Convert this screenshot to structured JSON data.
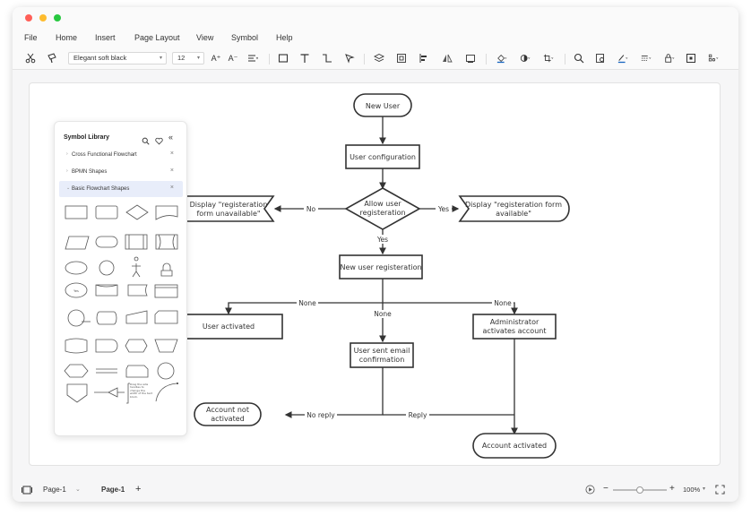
{
  "menu": [
    "File",
    "Home",
    "Insert",
    "Page Layout",
    "View",
    "Symbol",
    "Help"
  ],
  "toolbar": {
    "font_name": "Elegant soft black",
    "font_size": "12",
    "icons_left": [
      "scissors-icon",
      "format-painter-icon"
    ],
    "icons_right": [
      "search-icon",
      "find-replace-icon",
      "line-color-icon",
      "line-style-icon",
      "lock-icon",
      "fullscreen-icon",
      "more-icon"
    ]
  },
  "symbol_library": {
    "title": "Symbol Library",
    "categories": [
      {
        "label": "Cross Functional Flowchart",
        "active": false
      },
      {
        "label": "BPMN Shapes",
        "active": false
      },
      {
        "label": "Basic Flowchart Shapes",
        "active": true
      }
    ],
    "shape_tiny_texts": {
      "oval_label": "Yes",
      "note": "Drag the side handles to change the width of the text block."
    }
  },
  "flowchart": {
    "nodes": {
      "new_user": "New User",
      "user_configuration": "User configuration",
      "allow_registration": "Allow user registeration",
      "form_unavailable": "Display \"registeration form unavailable\"",
      "form_available": "Display \"registeration form available\"",
      "new_user_registration": "New user registeration",
      "user_activated": "User activated",
      "user_sent_email": "User sent email confirmation",
      "admin_activates": "Administrator activates account",
      "account_not_activated": "Account not activated",
      "account_activated": "Account activated"
    },
    "edge_labels": {
      "no": "No",
      "yes_right": "Yes",
      "yes_down": "Yes",
      "none_left": "None",
      "none_mid": "None",
      "none_right": "None",
      "no_reply": "No reply",
      "reply": "Reply"
    }
  },
  "status": {
    "page_selector": "Page-1",
    "page_tab": "Page-1",
    "add_page": "+",
    "zoom_minus": "−",
    "zoom_plus": "+",
    "zoom_level": "100%",
    "zoom_fraction": 0.5
  },
  "colors": {
    "close": "#ff5f57",
    "minimize": "#febc2e",
    "maximize": "#28c840",
    "accent": "#1565c0",
    "shape_stroke": "#333333",
    "active_category_bg": "#e8edfa"
  }
}
